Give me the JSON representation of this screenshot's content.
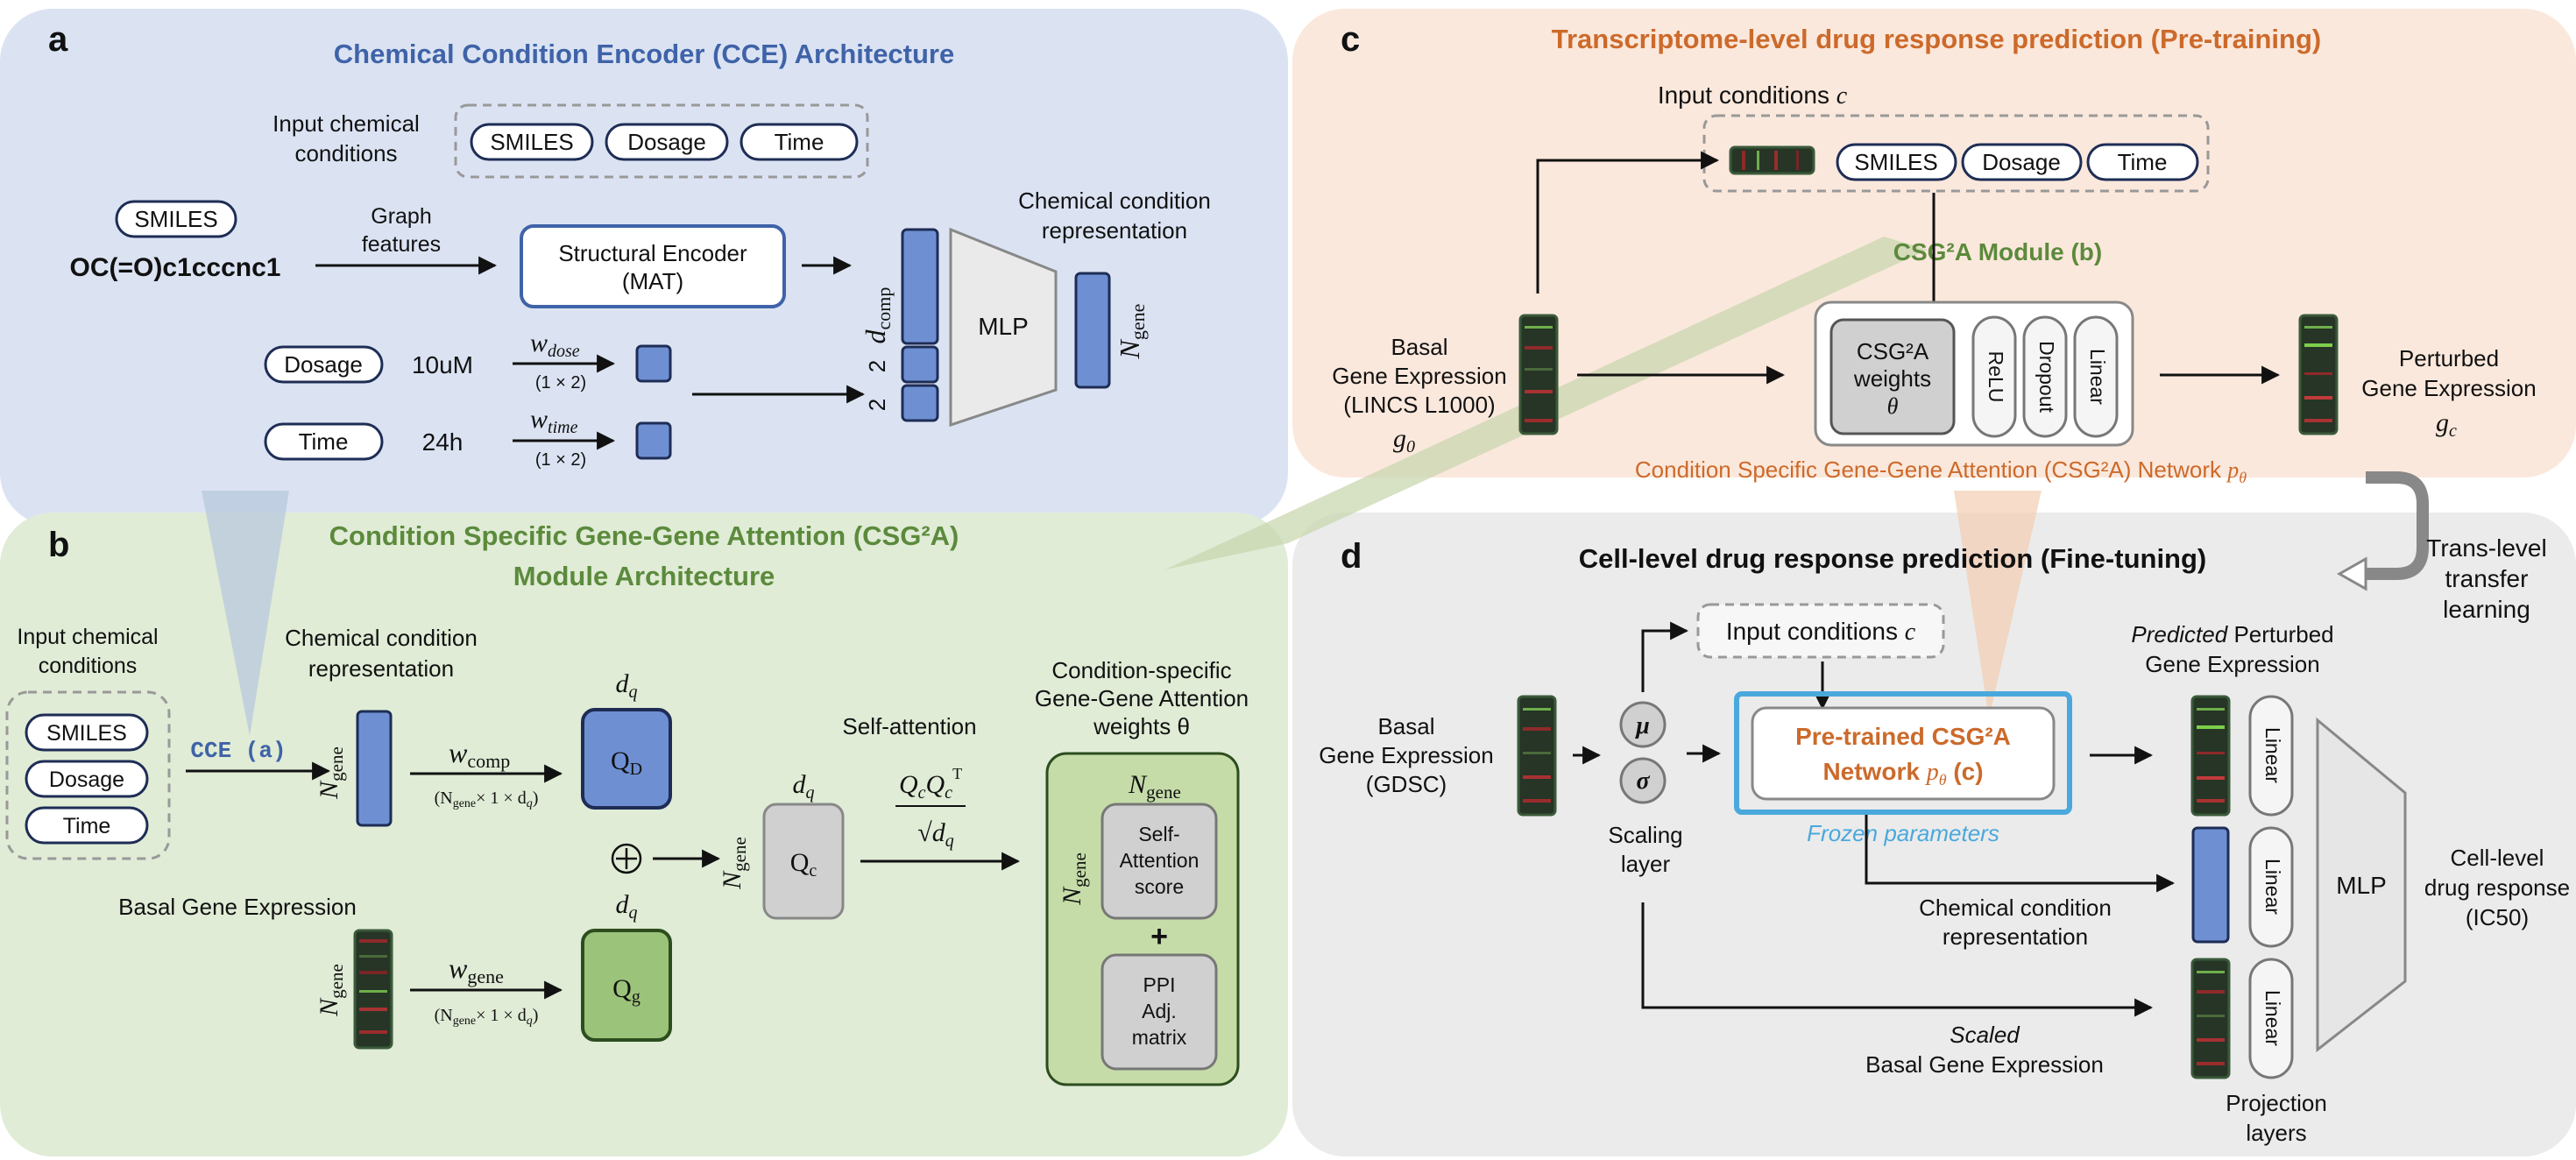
{
  "colors": {
    "panel_a_bg": "#dbe3f3",
    "panel_b_bg": "#e0ecd6",
    "panel_c_bg": "#fbe8dc",
    "panel_d_bg": "#ebebeb",
    "title_a": "#3f63a8",
    "title_b": "#5c8a3c",
    "title_c": "#cc6a2b",
    "blue_bar": "#6e90d3",
    "green_box": "#9cc37a",
    "frozen": "#4aa8dc"
  },
  "panel_a": {
    "letter": "a",
    "title": "Chemical Condition Encoder (CCE) Architecture",
    "input_label": [
      "Input chemical",
      "conditions"
    ],
    "inputs": [
      "SMILES",
      "Dosage",
      "Time"
    ],
    "smiles_tag": "SMILES",
    "smiles_value": "OC(=O)c1cccnc1",
    "graph_features": [
      "Graph",
      "features"
    ],
    "encoder": [
      "Structural Encoder",
      "(MAT)"
    ],
    "dosage_label": "Dosage",
    "dosage_value": "10uM",
    "time_label": "Time",
    "time_value": "24h",
    "w_dose": "w",
    "w_dose_sub": "dose",
    "w_time": "w",
    "w_time_sub": "time",
    "dim_12": "(1 × 2)",
    "d_comp": "d",
    "d_comp_sub": "comp",
    "two": "2",
    "mlp": "MLP",
    "rep_label": [
      "Chemical condition",
      "representation"
    ],
    "n_gene": "N",
    "n_gene_sub": "gene"
  },
  "panel_b": {
    "letter": "b",
    "title": [
      "Condition Specific Gene-Gene Attention (CSG²A)",
      "Module Architecture"
    ],
    "input_label": [
      "Input chemical",
      "conditions"
    ],
    "inputs": [
      "SMILES",
      "Dosage",
      "Time"
    ],
    "cce": "CCE (a)",
    "chem_rep": [
      "Chemical condition",
      "representation"
    ],
    "w_comp": "w",
    "w_comp_sub": "comp",
    "w_comp_dim": "(N",
    "w_comp_dim_rest": "× 1 × d",
    "qd": "Q",
    "qd_sub": "D",
    "qg": "Q",
    "qg_sub": "g",
    "qc": "Q",
    "qc_sub": "c",
    "dq": "d",
    "dq_sub": "q",
    "basal": "Basal Gene Expression",
    "w_gene": "w",
    "w_gene_sub": "gene",
    "self_attention": "Self-attention",
    "frac_num": "Q",
    "frac_den": "d",
    "out_title": [
      "Condition-specific",
      "Gene-Gene Attention",
      "weights θ"
    ],
    "self_attn_score": [
      "Self-",
      "Attention",
      "score"
    ],
    "ppi": [
      "PPI",
      "Adj.",
      "matrix"
    ],
    "plus": "+"
  },
  "panel_c": {
    "letter": "c",
    "title": "Transcriptome-level drug response prediction (Pre-training)",
    "input_conditions": "Input conditions",
    "c_var": "c",
    "inputs": [
      "SMILES",
      "Dosage",
      "Time"
    ],
    "module": "CSG²A Module (b)",
    "basal": [
      "Basal",
      "Gene Expression",
      "(LINCS L1000)"
    ],
    "g0": "g",
    "g0_sub": "0",
    "weights": [
      "CSG²A",
      "weights",
      "θ"
    ],
    "layers": [
      "ReLU",
      "Dropout",
      "Linear"
    ],
    "perturbed": [
      "Perturbed",
      "Gene Expression"
    ],
    "gc": "g",
    "gc_sub": "c",
    "network": "Condition Specific Gene-Gene Attention (CSG²A) Network",
    "network_p": "p",
    "network_p_sub": "θ"
  },
  "transfer": [
    "Trans-level",
    "transfer",
    "learning"
  ],
  "panel_d": {
    "letter": "d",
    "title": "Cell-level drug response prediction (Fine-tuning)",
    "input_conditions": "Input conditions",
    "c_var": "c",
    "basal": [
      "Basal",
      "Gene Expression",
      "(GDSC)"
    ],
    "mu": "μ",
    "sigma": "σ",
    "scaling": [
      "Scaling",
      "layer"
    ],
    "pretrained": [
      "Pre-trained CSG²A",
      "Network"
    ],
    "pretrained_p": "p",
    "pretrained_p_sub": "θ",
    "pretrained_ref": "(c)",
    "frozen": "Frozen parameters",
    "predicted": [
      "Predicted",
      "Perturbed",
      "Gene Expression"
    ],
    "chem_rep": [
      "Chemical condition",
      "representation"
    ],
    "scaled": [
      "Scaled",
      "Basal Gene Expression"
    ],
    "linear": "Linear",
    "mlp": "MLP",
    "projection": [
      "Projection",
      "layers"
    ],
    "output": [
      "Cell-level",
      "drug response",
      "(IC50)"
    ]
  }
}
